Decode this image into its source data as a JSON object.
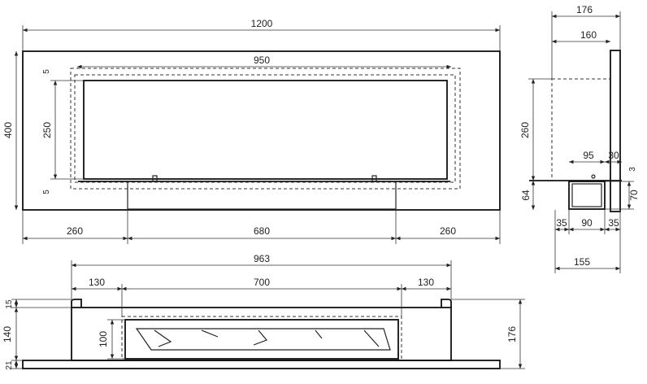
{
  "front_view": {
    "overall_width": "1200",
    "overall_height": "400",
    "opening_width": "950",
    "opening_height": "250",
    "top_gap": "5",
    "bottom_gap": "5",
    "left_offset": "260",
    "center_width": "680",
    "right_offset": "260"
  },
  "side_view": {
    "total_depth": "176",
    "body_depth": "160",
    "body_height": "260",
    "inlet_width": "95",
    "inlet_offset": "30",
    "inlet_gap": "3",
    "base_height": "64",
    "duct_height": "70",
    "left_margin": "35",
    "duct_width": "90",
    "right_margin": "35",
    "base_depth": "155"
  },
  "top_view": {
    "overall_width": "963",
    "left_offset": "130",
    "burner_width": "700",
    "right_offset": "130",
    "flange_height": "15",
    "body_height": "140",
    "base_height": "21",
    "burner_depth": "100",
    "total_height": "176"
  }
}
